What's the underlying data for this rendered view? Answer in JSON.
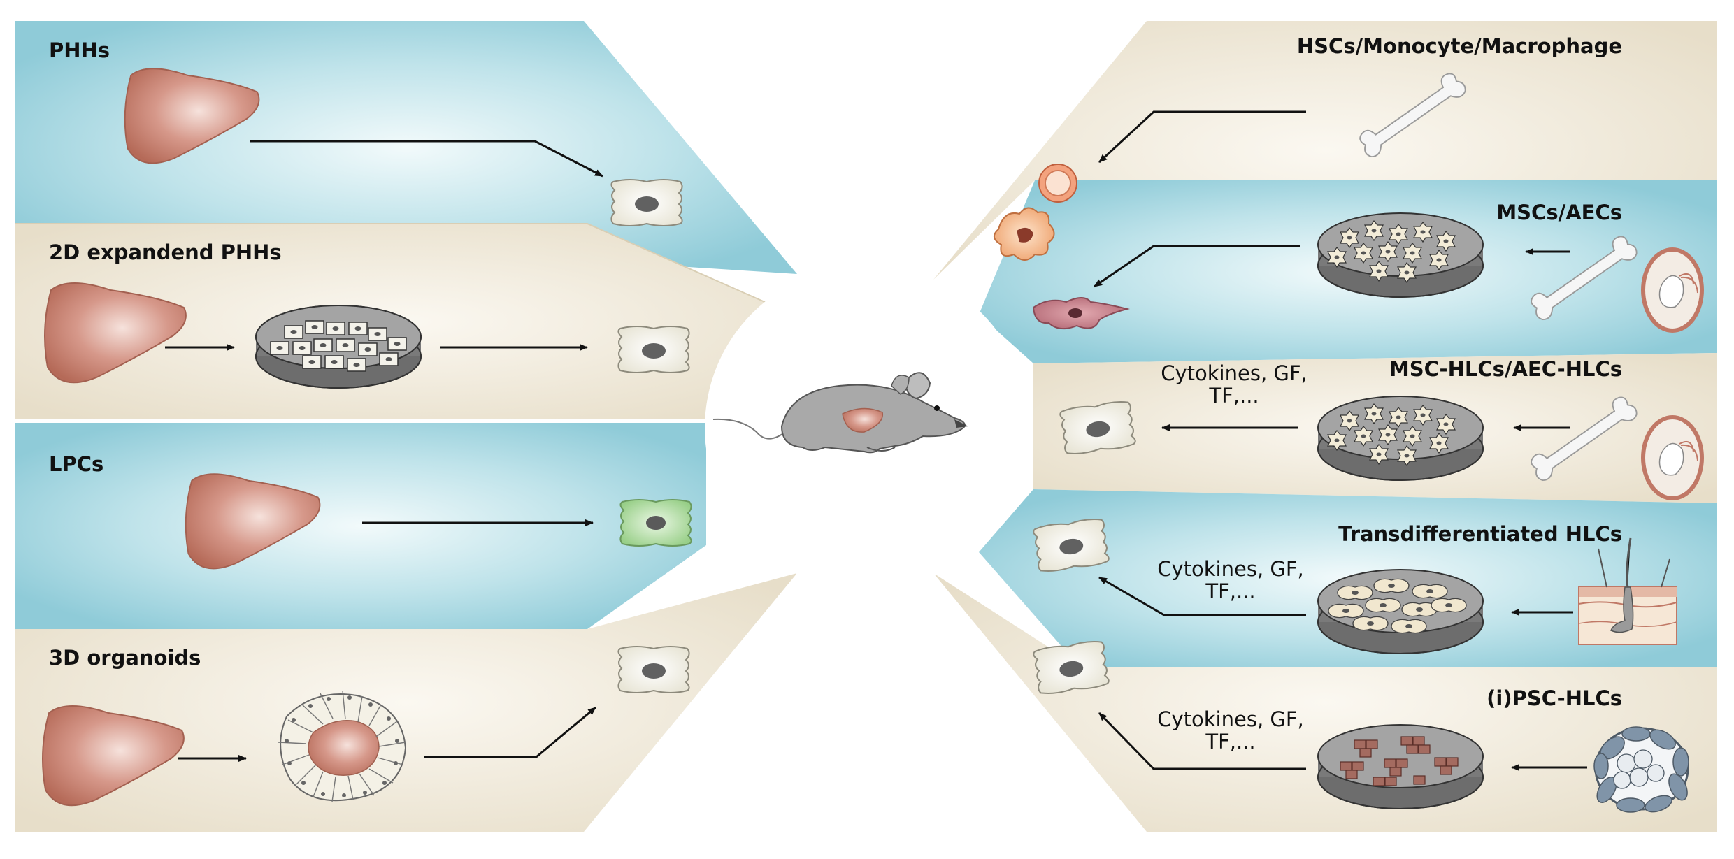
{
  "left_panels": [
    {
      "title": "PHHs"
    },
    {
      "title": "2D expandend PHHs"
    },
    {
      "title": "LPCs"
    },
    {
      "title": "3D organoids"
    }
  ],
  "right_panels": [
    {
      "title": "HSCs/Monocyte/Macrophage"
    },
    {
      "title": "MSCs/AECs"
    },
    {
      "title": "MSC-HLCs/AEC-HLCs",
      "factors": [
        "Cytokines, GF,",
        "TF,..."
      ]
    },
    {
      "title": "Transdifferentiated HLCs",
      "factors": [
        "Cytokines, GF,",
        "TF,..."
      ]
    },
    {
      "title": "(i)PSC-HLCs",
      "factors": [
        "Cytokines, GF,",
        "TF,..."
      ]
    }
  ],
  "colors": {
    "cyan_band": "#9dd3de",
    "beige_band": "#ece4d2",
    "liver": "#c07866",
    "hepatocyte": "#f1efe4",
    "lpc_green": "#a8d89a",
    "mouse_grey": "#a8a8a8",
    "dish": "#777777"
  },
  "icons": [
    "liver-icon",
    "hepatocyte-icon",
    "petri-dish-icon",
    "organoid-icon",
    "bone-icon",
    "placenta-icon",
    "skin-icon",
    "blastocyst-icon",
    "mouse-icon",
    "macrophage-icon",
    "monocyte-icon",
    "msc-cell-icon"
  ]
}
